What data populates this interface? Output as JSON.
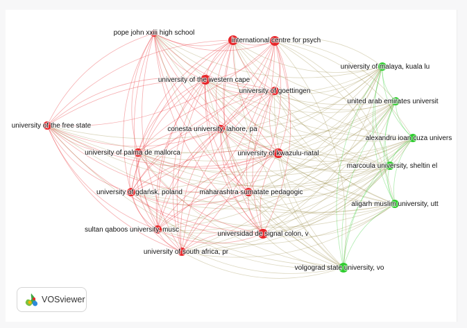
{
  "logo": {
    "text": "VOSviewer",
    "icon": "vosviewer-logo-icon"
  },
  "clusters": [
    {
      "id": 1,
      "color": "#e8262a"
    },
    {
      "id": 2,
      "color": "#2ecc2e"
    }
  ],
  "nodes": [
    {
      "label": "pope john xxiii high school",
      "cluster": 1
    },
    {
      "label": "international centre for psych",
      "cluster": 1
    },
    {
      "label": "university of the western cape",
      "cluster": 1
    },
    {
      "label": "university of goettingen",
      "cluster": 1
    },
    {
      "label": "university of the free state",
      "cluster": 1
    },
    {
      "label": "conesta university, lahore, pa",
      "cluster": 1
    },
    {
      "label": "university of palma de mallorca",
      "cluster": 1
    },
    {
      "label": "university of kwazulu-natal",
      "cluster": 1
    },
    {
      "label": "university of gdańsk, poland",
      "cluster": 1
    },
    {
      "label": "maharashtra sumatate pedagogic",
      "cluster": 1
    },
    {
      "label": "sultan qaboos university, musc",
      "cluster": 1
    },
    {
      "label": "universidad de signal colon, v",
      "cluster": 1
    },
    {
      "label": "university of south africa, pr",
      "cluster": 1
    },
    {
      "label": "university of malaya, kuala lu",
      "cluster": 2
    },
    {
      "label": "united arab emirates universit",
      "cluster": 2
    },
    {
      "label": "alexandru ioan cuza univers",
      "cluster": 2
    },
    {
      "label": "marcoula university, sheltin el",
      "cluster": 2
    },
    {
      "label": "aligarh muslim university, utt",
      "cluster": 2
    },
    {
      "label": "volgograd state university, vo",
      "cluster": 2
    }
  ]
}
